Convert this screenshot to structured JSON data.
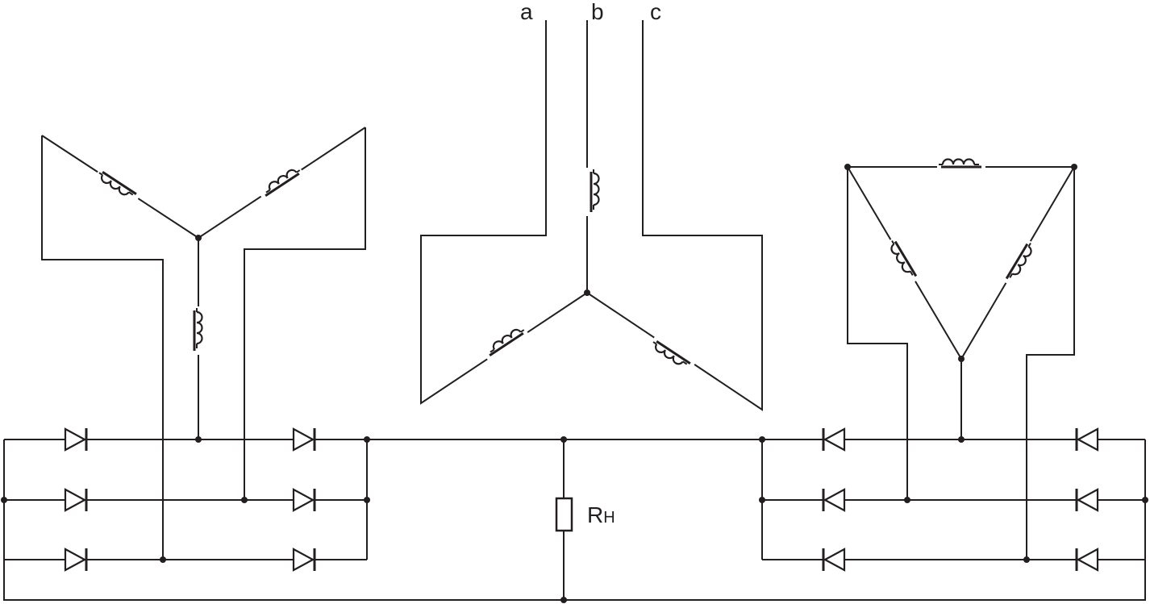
{
  "terminals": [
    "a",
    "b",
    "c"
  ],
  "load": {
    "symbol": "R",
    "subscript": "H"
  }
}
